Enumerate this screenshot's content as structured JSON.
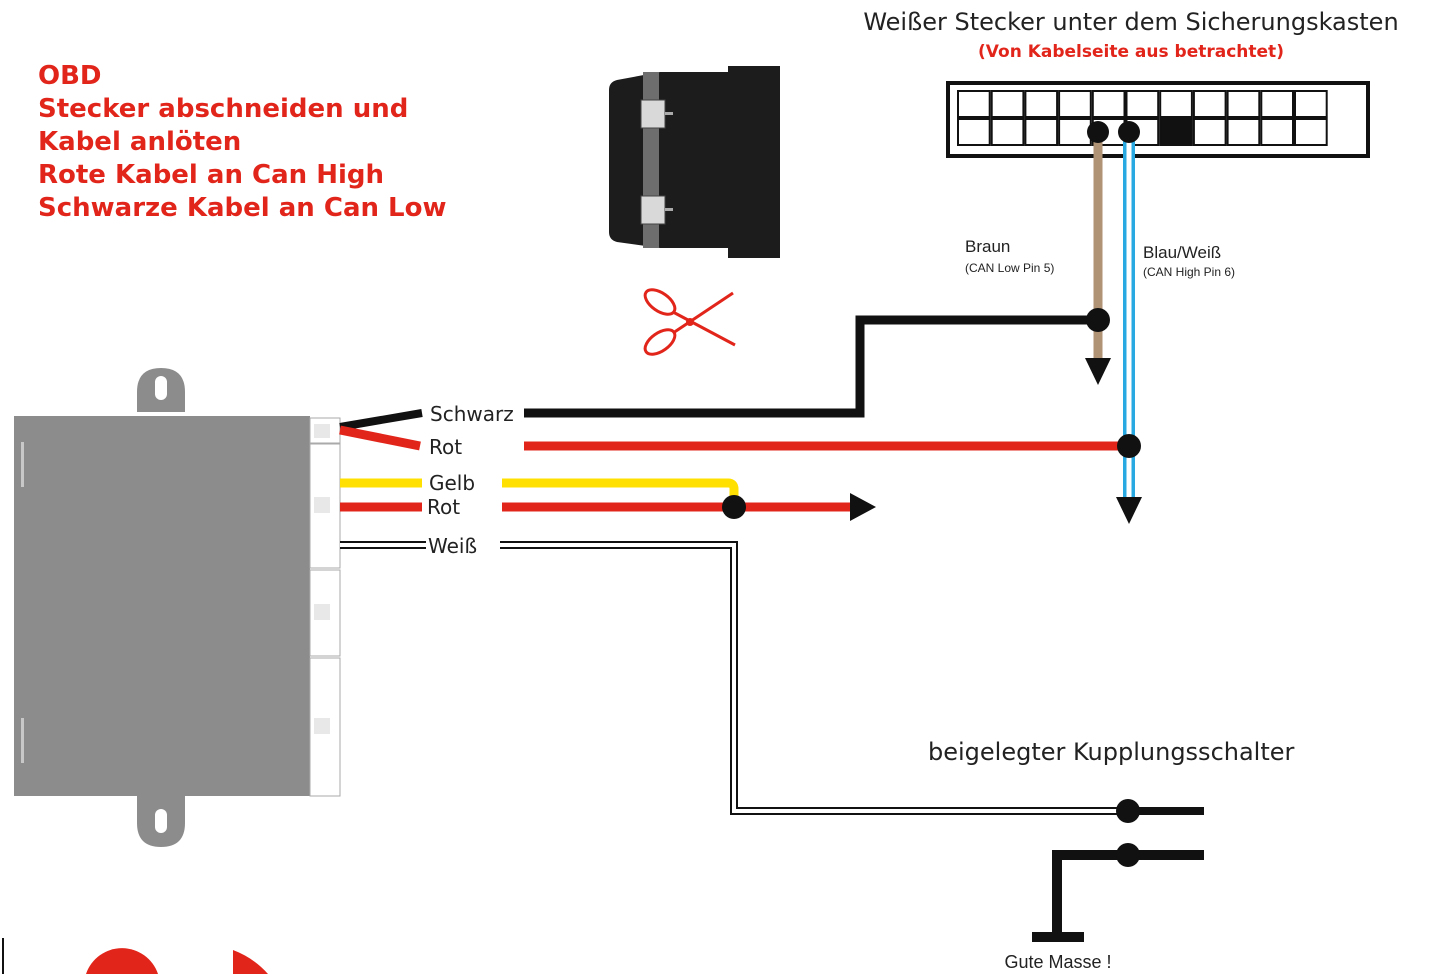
{
  "instructions": {
    "line1": "OBD",
    "line2": "Stecker abschneiden und",
    "line3": "Kabel anlöten",
    "line4": "Rote Kabel an Can High",
    "line5": "Schwarze Kabel an Can Low"
  },
  "connector": {
    "title": "Weißer Stecker unter dem Sicherungskasten",
    "subtitle": "(Von Kabelseite aus betrachtet)"
  },
  "wires": {
    "schwarz": "Schwarz",
    "rot1": "Rot",
    "gelb": "Gelb",
    "rot2": "Rot",
    "weiss": "Weiß"
  },
  "car_wires": {
    "braun": "Braun",
    "braun_note": "(CAN Low Pin 5)",
    "blau": "Blau/Weiß",
    "blau_note": "(CAN High Pin 6)"
  },
  "switch_label": "beigelegter Kupplungsschalter",
  "ground_label": "Gute Masse !",
  "icons": [
    "scissors-icon",
    "obd-plug-icon"
  ],
  "colors": {
    "red": "#e2251b",
    "black": "#111111",
    "yellow": "#ffe000",
    "brown": "#b09275",
    "blue": "#29a9e1",
    "module_gray": "#8c8c8c"
  }
}
